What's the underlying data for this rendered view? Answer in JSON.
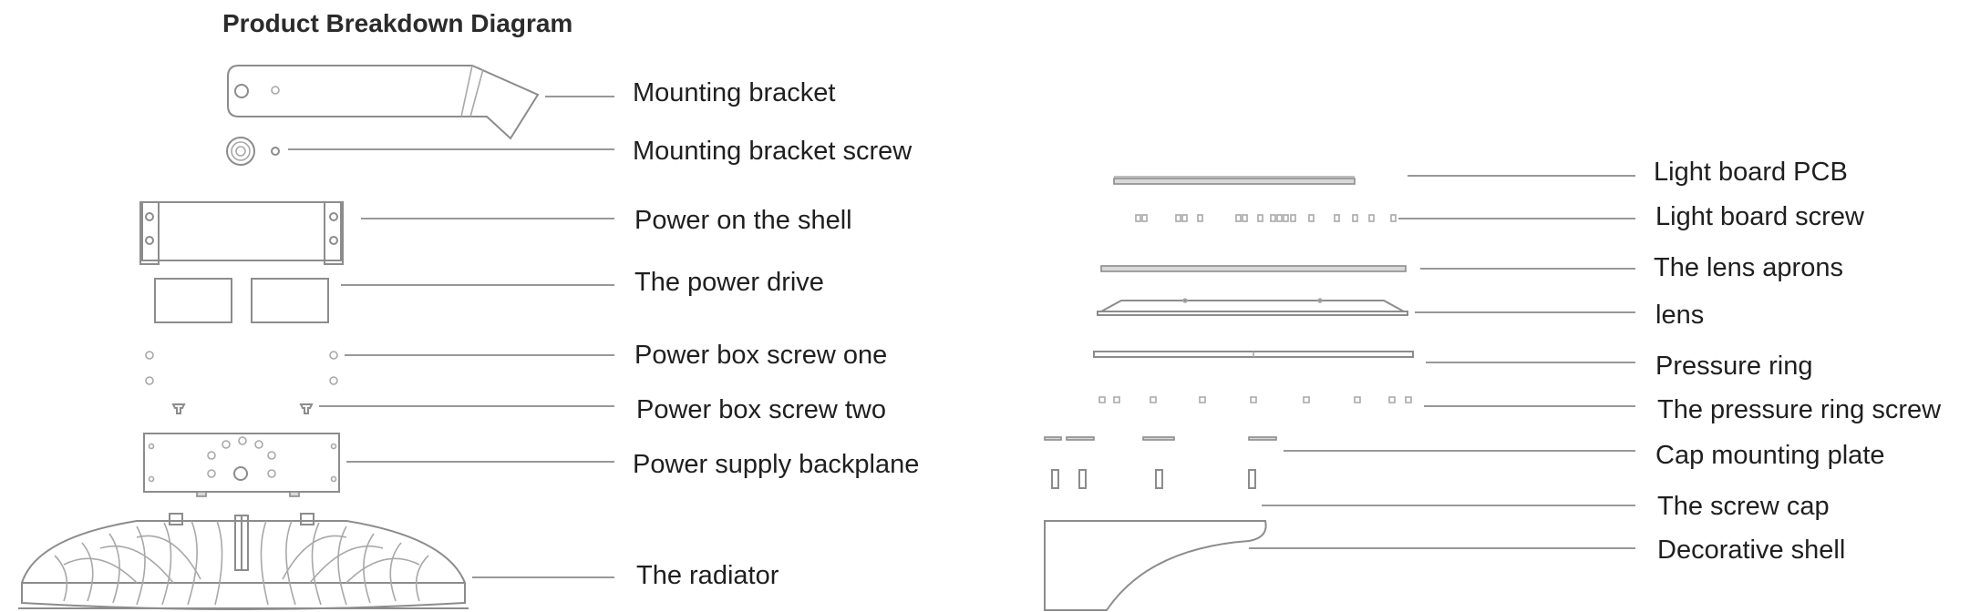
{
  "title": "Product Breakdown Diagram",
  "left_labels": [
    "Mounting bracket",
    "Mounting bracket screw",
    "Power on the shell",
    "The power drive",
    "Power box screw one",
    "Power box screw two",
    "Power supply backplane",
    "The radiator"
  ],
  "right_labels": [
    "Light board PCB",
    "Light board screw",
    "The lens aprons",
    "lens",
    "Pressure ring",
    "The pressure ring screw",
    "Cap mounting plate",
    "The screw cap",
    "Decorative shell"
  ]
}
